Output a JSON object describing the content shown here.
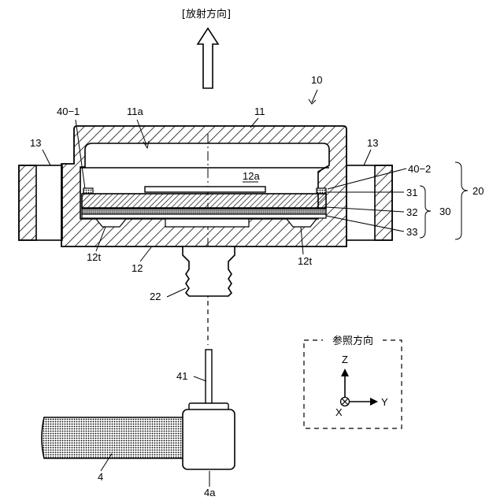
{
  "labels": {
    "direction_label": "[放射方向]",
    "ref_device": "10",
    "window": "11",
    "window_inner": "11a",
    "housing_side_left": "13",
    "housing_side_right": "13",
    "label_40_1": "40−1",
    "label_40_2": "40−2",
    "label_12a": "12a",
    "label_31": "31",
    "label_32": "32",
    "label_33": "33",
    "label_20": "20",
    "label_30": "30",
    "label_12t_left": "12t",
    "label_12": "12",
    "label_12t_right": "12t",
    "label_22": "22",
    "label_41": "41",
    "label_4": "4",
    "label_4a": "4a"
  },
  "reference_box": {
    "title": "参照方向",
    "axis_z": "Z",
    "axis_x": "X",
    "axis_y": "Y"
  }
}
